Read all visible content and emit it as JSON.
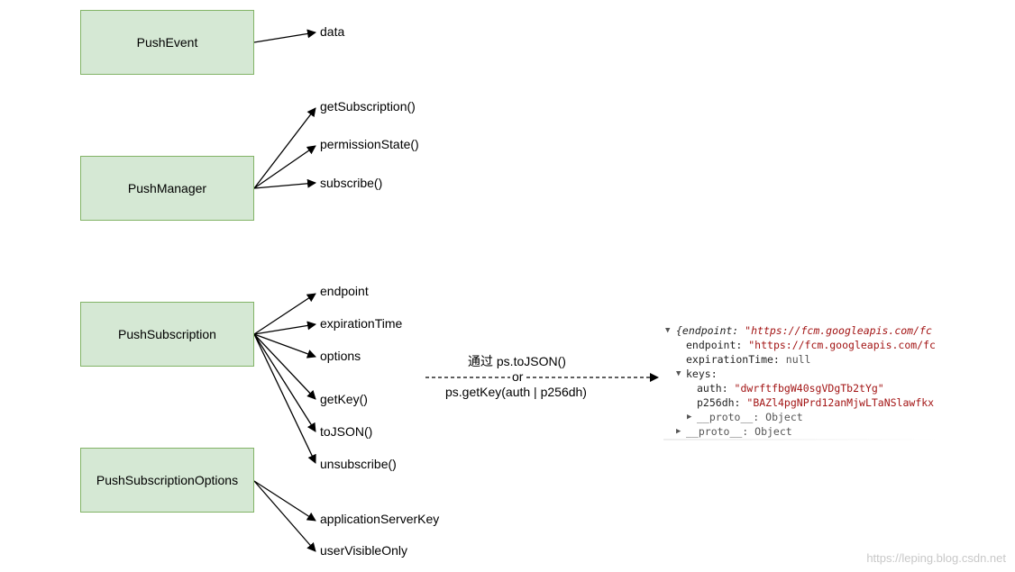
{
  "boxes": {
    "push_event": "PushEvent",
    "push_manager": "PushManager",
    "push_subscription": "PushSubscription",
    "push_subscription_options": "PushSubscriptionOptions"
  },
  "push_event_members": [
    "data"
  ],
  "push_manager_members": [
    "getSubscription()",
    "permissionState()",
    "subscribe()"
  ],
  "push_subscription_members": [
    "endpoint",
    "expirationTime",
    "options",
    "getKey()",
    "toJSON()",
    "unsubscribe()"
  ],
  "push_subscription_options_members": [
    "applicationServerKey",
    "userVisibleOnly"
  ],
  "conversion": {
    "line1": "通过 ps.toJSON()",
    "line2": "or",
    "line3": "ps.getKey(auth | p256dh)"
  },
  "console": {
    "root_open": "{endpoint: ",
    "root_endpoint_value": "\"https://fcm.googleapis.com/fc",
    "endpoint_key": "endpoint: ",
    "endpoint_value": "\"https://fcm.googleapis.com/fc",
    "expiration_key": "expirationTime: ",
    "expiration_value": "null",
    "keys_key": "keys:",
    "auth_key": "auth: ",
    "auth_value": "\"dwrftfbgW40sgVDgTb2tYg\"",
    "p256dh_key": "p256dh: ",
    "p256dh_value": "\"BAZl4pgNPrd12anMjwLTaNSlawfkx",
    "proto_inner": "__proto__: Object",
    "proto_outer": "__proto__: Object"
  },
  "watermark": "https://leping.blog.csdn.net"
}
